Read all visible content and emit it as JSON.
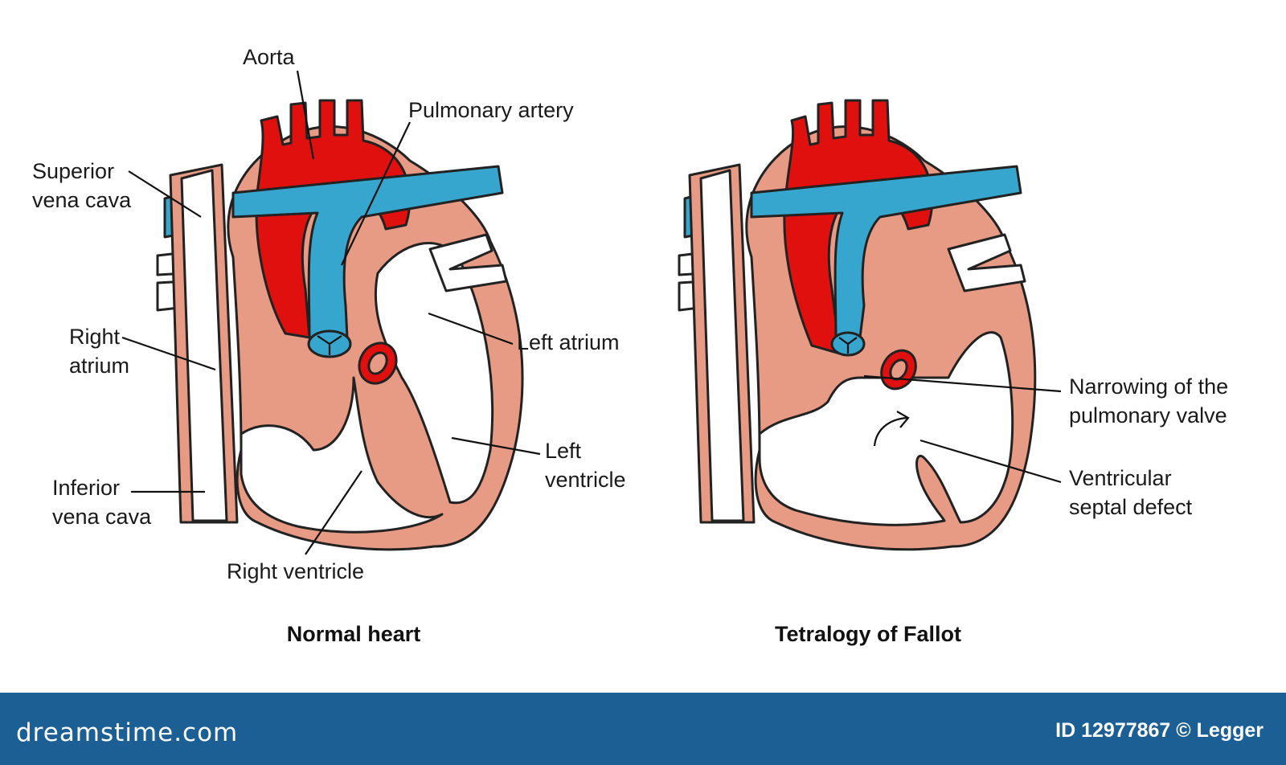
{
  "colors": {
    "artery": "#e0100e",
    "vein": "#37a6cf",
    "muscle": "#e79b84",
    "outline": "#222222",
    "footer": "#1b5f95"
  },
  "normal": {
    "caption": "Normal heart",
    "labels": {
      "aorta": "Aorta",
      "pulmonary_artery": "Pulmonary artery",
      "superior_vena_cava_1": "Superior",
      "superior_vena_cava_2": "vena cava",
      "right_atrium_1": "Right",
      "right_atrium_2": "atrium",
      "inferior_vena_cava_1": "Inferior",
      "inferior_vena_cava_2": "vena cava",
      "left_atrium": "Left atrium",
      "left_ventricle_1": "Left",
      "left_ventricle_2": "ventricle",
      "right_ventricle": "Right ventricle"
    }
  },
  "tetralogy": {
    "caption": "Tetralogy of Fallot",
    "labels": {
      "narrowing_1": "Narrowing of the",
      "narrowing_2": "pulmonary valve",
      "vsd_1": "Ventricular",
      "vsd_2": "septal defect"
    }
  },
  "footer": {
    "brand": "dreamstime.com",
    "credit": "ID 12977867 © Legger"
  }
}
